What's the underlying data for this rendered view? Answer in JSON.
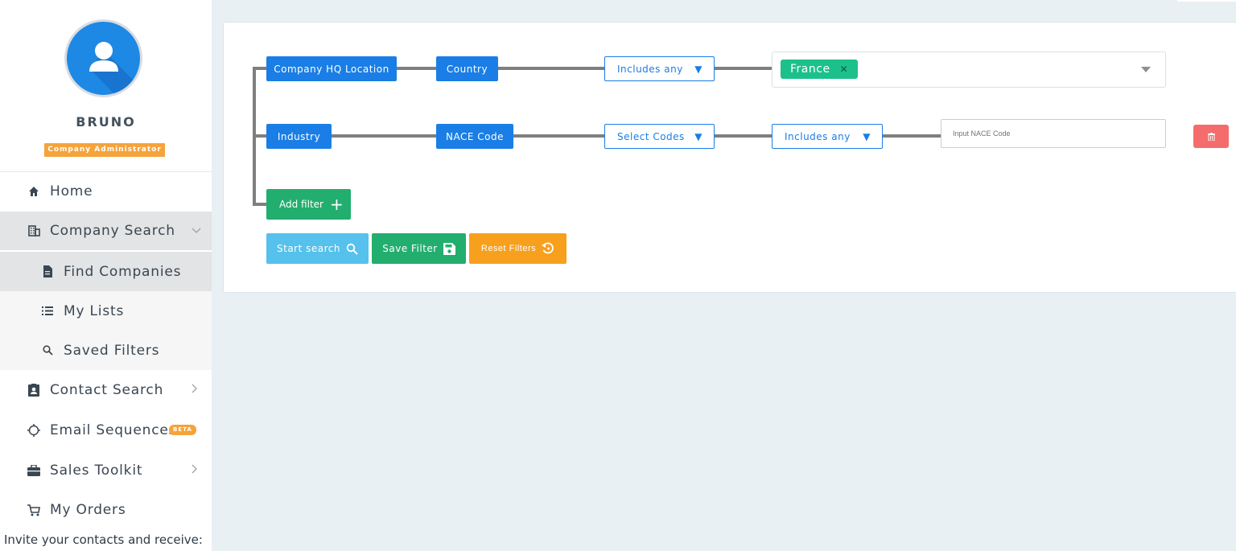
{
  "user": {
    "name": "BRUNO",
    "role": "Company Administrator"
  },
  "nav": {
    "home": "Home",
    "company_search": "Company Search",
    "find_companies": "Find Companies",
    "my_lists": "My Lists",
    "saved_filters": "Saved Filters",
    "contact_search": "Contact Search",
    "email_sequences": "Email Sequences",
    "email_sequences_badge": "BETA",
    "sales_toolkit": "Sales Toolkit",
    "my_orders": "My Orders"
  },
  "invite_text": "Invite your contacts and receive:",
  "filters": {
    "row1": {
      "category": "Company HQ Location",
      "field": "Country",
      "operator": "Includes any",
      "selected_tags": [
        "France"
      ]
    },
    "row2": {
      "category": "Industry",
      "field": "NACE Code",
      "code_select": "Select Codes",
      "operator": "Includes any",
      "input_placeholder": "Input NACE Code"
    }
  },
  "buttons": {
    "add_filter": "Add filter",
    "start_search": "Start search",
    "save_filter": "Save Filter",
    "reset_filters": "Reset Filters"
  },
  "colors": {
    "primary_blue": "#1a7ee6",
    "green": "#22ae6e",
    "tag_green": "#1cc08b",
    "light_blue": "#55c1ec",
    "orange": "#f7a01e",
    "danger": "#f46c6c",
    "badge_orange": "#f5a33b"
  }
}
